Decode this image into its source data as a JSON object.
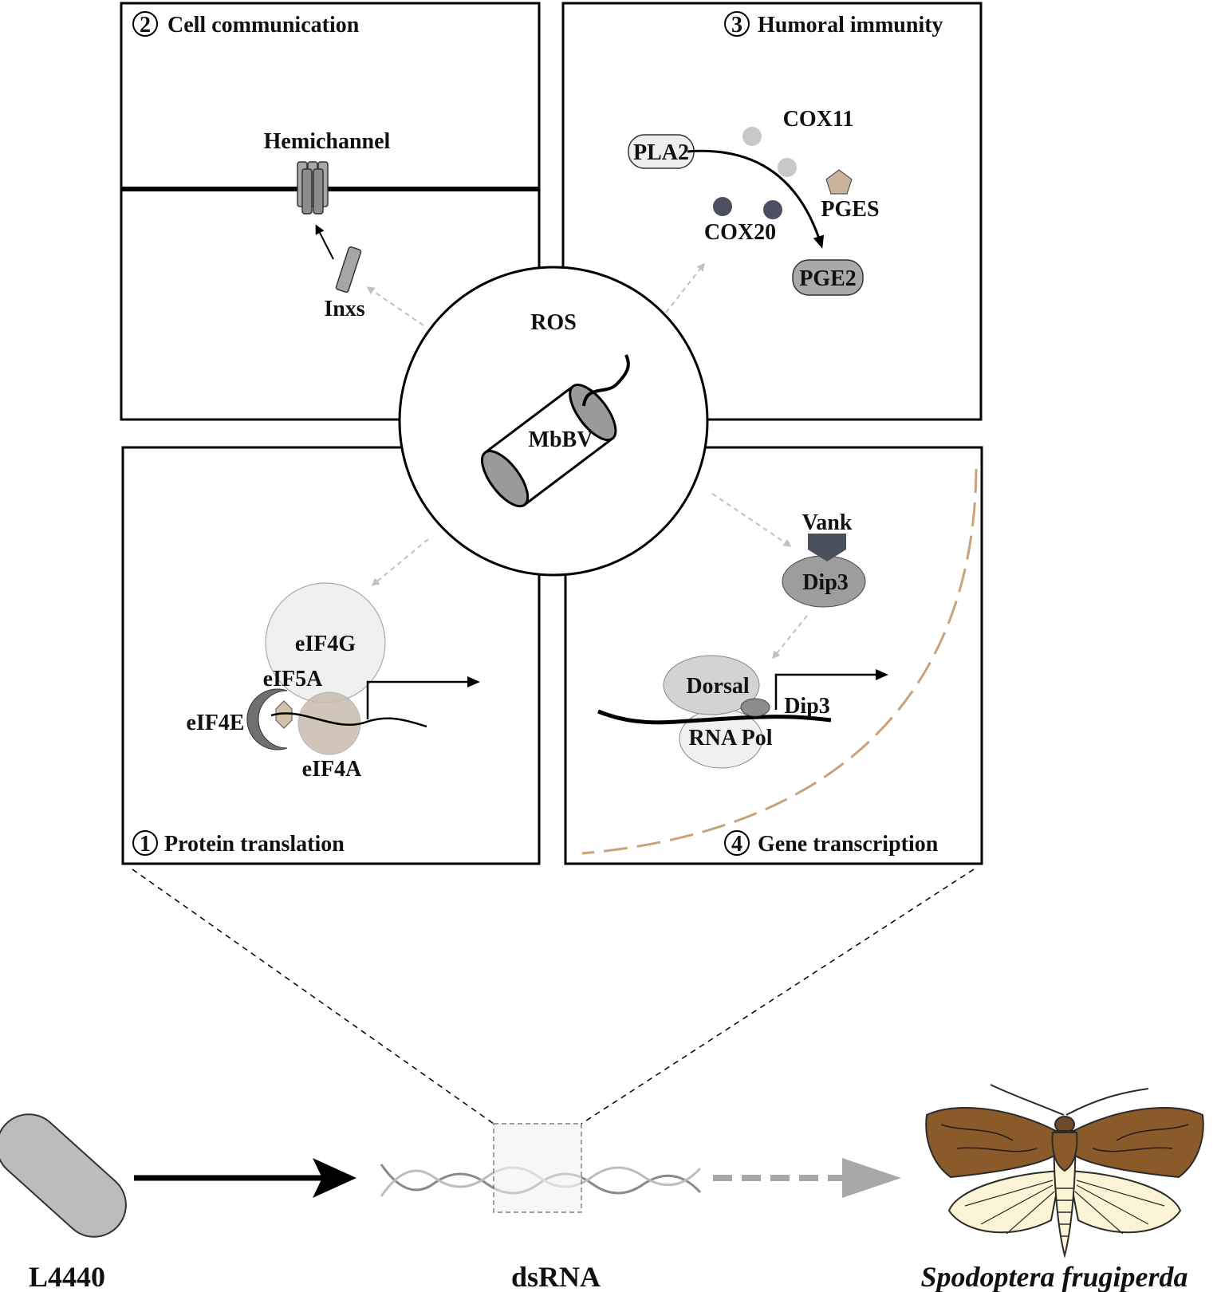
{
  "panels": {
    "cell_communication": {
      "number": "2",
      "title": "Cell communication",
      "hemichannel": "Hemichannel",
      "inxs": "Inxs"
    },
    "humoral_immunity": {
      "number": "3",
      "title": "Humoral immunity",
      "pla2": "PLA2",
      "cox11": "COX11",
      "pges": "PGES",
      "cox20": "COX20",
      "pge2": "PGE2"
    },
    "protein_translation": {
      "number": "1",
      "title": "Protein translation",
      "eif4g": "eIF4G",
      "eif5a": "eIF5A",
      "eif4e": "eIF4E",
      "eif4a": "eIF4A"
    },
    "gene_transcription": {
      "number": "4",
      "title": "Gene transcription",
      "vank": "Vank",
      "dip3_top": "Dip3",
      "dorsal": "Dorsal",
      "dip3": "Dip3",
      "rna_pol": "RNA Pol"
    }
  },
  "center": {
    "ros": "ROS",
    "virus": "MbBV"
  },
  "bottom": {
    "bacterium": "L4440",
    "dsrna": "dsRNA",
    "insect": "Spodoptera frugiperda"
  },
  "colors": {
    "grey_arrow": "#c0c0c0",
    "tan": "#c9a57c",
    "dark_dot": "#4e4e62",
    "light_dot": "#c8c8c8",
    "moth_brown": "#8b5a2b",
    "moth_hind": "#fbf3d5"
  }
}
